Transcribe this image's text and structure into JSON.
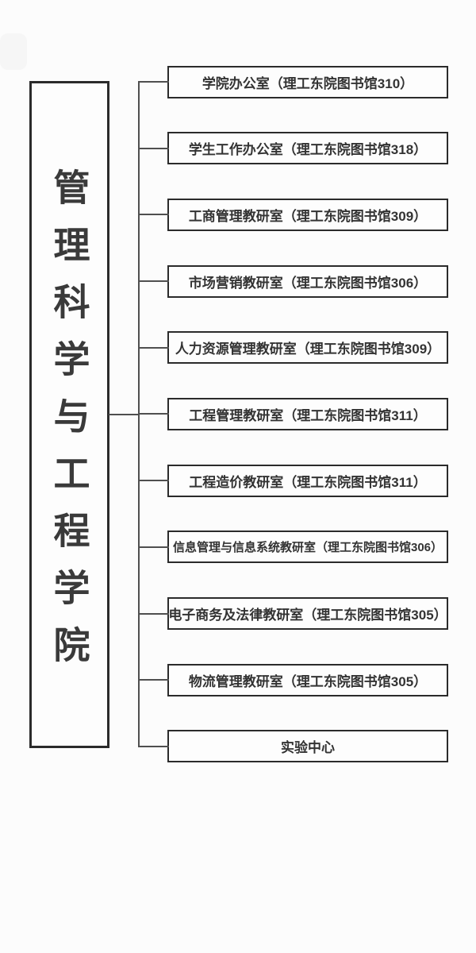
{
  "org_chart": {
    "root": {
      "label": "管理科学与工程学院"
    },
    "units": [
      {
        "label": "学院办公室（理工东院图书馆310）"
      },
      {
        "label": "学生工作办公室（理工东院图书馆318）"
      },
      {
        "label": "工商管理教研室（理工东院图书馆309）"
      },
      {
        "label": "市场营销教研室（理工东院图书馆306）"
      },
      {
        "label": "人力资源管理教研室（理工东院图书馆309）"
      },
      {
        "label": "工程管理教研室（理工东院图书馆311）"
      },
      {
        "label": "工程造价教研室（理工东院图书馆311）"
      },
      {
        "label": "信息管理与信息系统教研室（理工东院图书馆306）"
      },
      {
        "label": "电子商务及法律教研室（理工东院图书馆305）"
      },
      {
        "label": "物流管理教研室（理工东院图书馆305）"
      },
      {
        "label": "实验中心"
      }
    ],
    "colors": {
      "box_border": "#2b2b2b",
      "text": "#333333",
      "connector_line": "#4f4f4f",
      "background": "#fcfcfc"
    }
  }
}
